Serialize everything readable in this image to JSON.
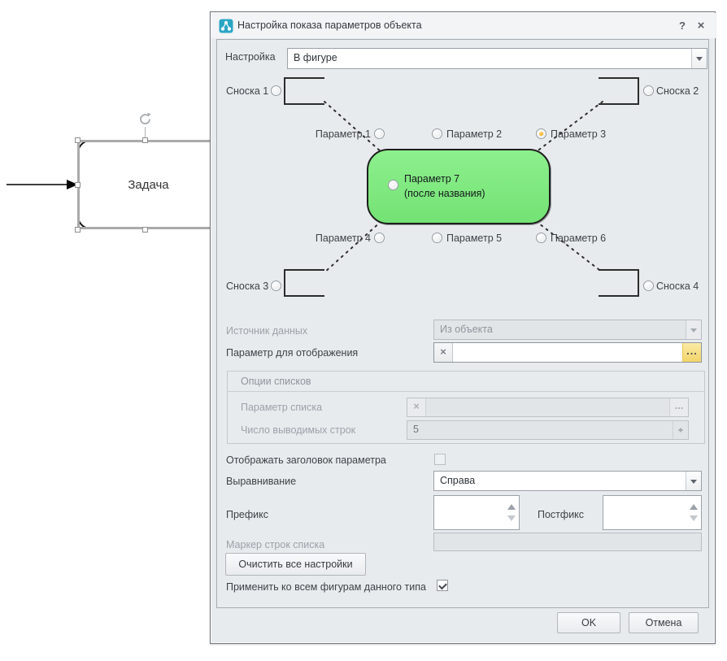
{
  "canvas": {
    "shape_label": "Задача"
  },
  "icons": {
    "app": "diagram-app-icon",
    "help_glyph": "?",
    "close_glyph": "×",
    "clear_glyph": "×",
    "ellipsis_glyph": "…"
  },
  "dialog": {
    "title": "Настройка показа параметров объекта",
    "nastroyka": {
      "label": "Настройка",
      "value": "В фигуре"
    },
    "diagram": {
      "footnotes": [
        {
          "label": "Сноска 1",
          "selected": false
        },
        {
          "label": "Сноска 2",
          "selected": false
        },
        {
          "label": "Сноска 3",
          "selected": false
        },
        {
          "label": "Сноска 4",
          "selected": false
        }
      ],
      "params": [
        {
          "label": "Параметр 1",
          "selected": false
        },
        {
          "label": "Параметр 2",
          "selected": false
        },
        {
          "label": "Параметр 3",
          "selected": true
        },
        {
          "label": "Параметр 4",
          "selected": false
        },
        {
          "label": "Параметр 5",
          "selected": false
        },
        {
          "label": "Параметр 6",
          "selected": false
        }
      ],
      "center": {
        "line1": "Параметр 7",
        "line2": "(после названия)",
        "selected": false,
        "fill_color": "#7de87d"
      }
    },
    "source": {
      "label": "Источник данных",
      "value": "Из объекта",
      "disabled": true
    },
    "param_display": {
      "label": "Параметр для отображения",
      "value": ""
    },
    "list_options": {
      "title": "Опции списков",
      "param_list": {
        "label": "Параметр списка",
        "value": "",
        "disabled": true
      },
      "rows_count": {
        "label": "Число выводимых строк",
        "value": "5",
        "disabled": true
      }
    },
    "show_header": {
      "label": "Отображать заголовок параметра",
      "checked": false,
      "disabled": true
    },
    "alignment": {
      "label": "Выравнивание",
      "value": "Справа"
    },
    "prefix": {
      "label": "Префикс",
      "value": ""
    },
    "postfix": {
      "label": "Постфикс",
      "value": ""
    },
    "marker": {
      "label": "Маркер строк списка",
      "value": "",
      "disabled": true
    },
    "clear_button": "Очистить все настройки",
    "apply_all": {
      "label": "Применить ко всем фигурам данного типа",
      "checked": true
    },
    "footer": {
      "ok": "OK",
      "cancel": "Отмена"
    }
  },
  "colors": {
    "selected_radio": "#f6a80c",
    "ellipsis_button": "#f3d468",
    "shape_fill": "#7de87d",
    "dialog_bg": "#e8ebee",
    "app_icon": "#2aa5c4"
  }
}
